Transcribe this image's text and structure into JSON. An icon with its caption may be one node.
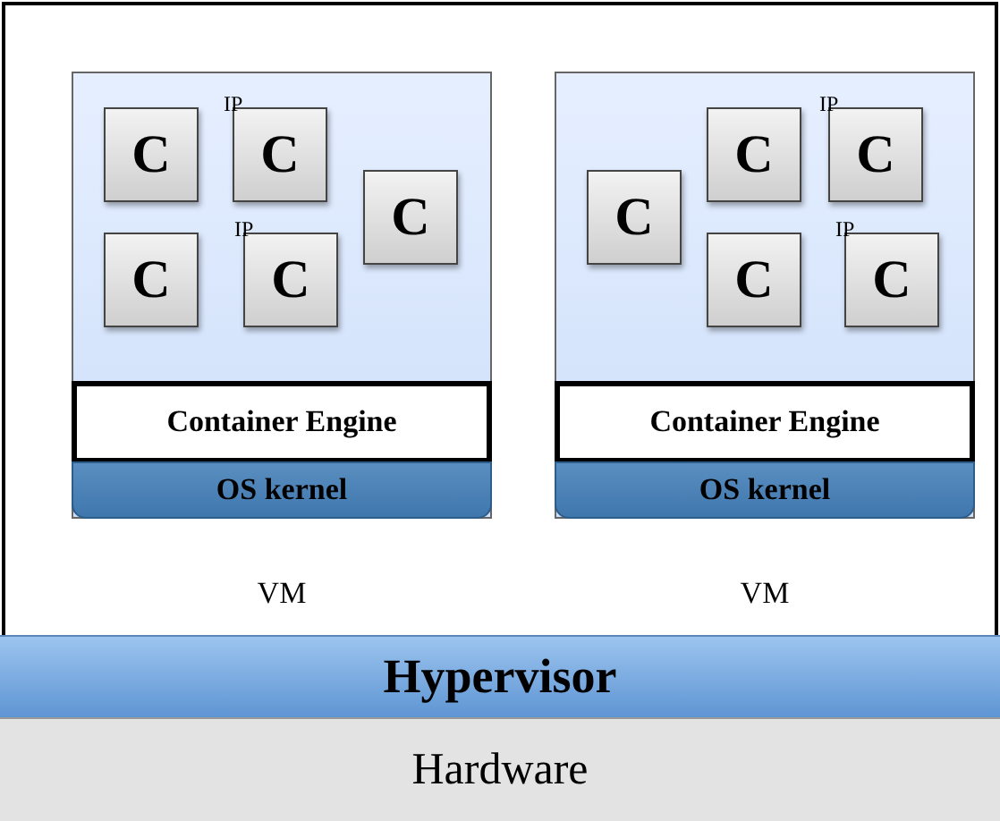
{
  "diagram": {
    "nodes": [
      {
        "text": [
          "VM"
        ]
      },
      {
        "text": [
          "C"
        ],
        "in": 0
      },
      {
        "text": [
          "IP",
          "C"
        ],
        "in": 0
      },
      {
        "text": [
          "C"
        ],
        "in": 0
      },
      {
        "text": [
          "C"
        ],
        "in": 0
      },
      {
        "text": [
          "IP",
          "C"
        ],
        "in": 0
      },
      {
        "text": [
          "Container Engine"
        ],
        "in": 0
      },
      {
        "text": [
          "OS kernel"
        ],
        "in": 0
      },
      {
        "text": [
          "VM"
        ]
      },
      {
        "text": [
          "C"
        ],
        "in": 8
      },
      {
        "text": [
          "IP",
          "C"
        ],
        "in": 8
      },
      {
        "text": [
          "C"
        ],
        "in": 8
      },
      {
        "text": [
          "C"
        ],
        "in": 8
      },
      {
        "text": [
          "IP",
          "C"
        ],
        "in": 8
      },
      {
        "text": [
          "Container Engine"
        ],
        "in": 8
      },
      {
        "text": [
          "OS kernel"
        ],
        "in": 8
      },
      {
        "text": [
          "Hypervisor"
        ]
      },
      {
        "text": [
          "Hardware"
        ]
      }
    ],
    "edges": []
  }
}
